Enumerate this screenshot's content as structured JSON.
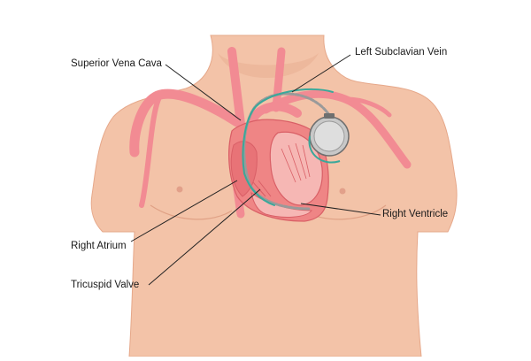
{
  "labels": {
    "superior_vena_cava": "Superior Vena Cava",
    "left_subclavian_vein": "Left Subclavian Vein",
    "right_ventricle": "Right Ventricle",
    "right_atrium": "Right Atrium",
    "tricuspid_valve": "Tricuspid Valve"
  },
  "colors": {
    "skin": "#f3c3a8",
    "skin_shadow": "#e6a88a",
    "vessel": "#f28b93",
    "heart": "#ef8585",
    "heart_dark": "#d95f66",
    "heart_inner": "#f6b7b4",
    "lead_teal": "#3aa89a",
    "lead_gray": "#9a9a9a",
    "device_metal": "#c8c8c8",
    "leader_line": "#222222"
  },
  "icons": {
    "pacemaker": "pacemaker-device-icon"
  }
}
